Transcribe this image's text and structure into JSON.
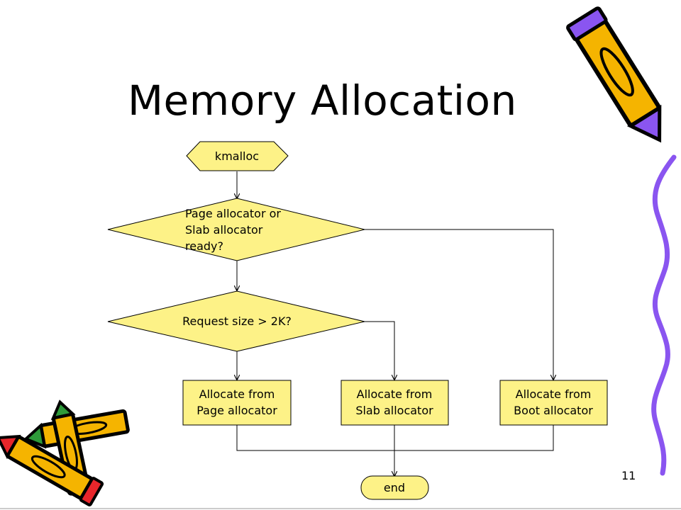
{
  "slide": {
    "title": "Memory Allocation",
    "page_number": "11"
  },
  "flowchart": {
    "start": "kmalloc",
    "decision1": [
      "Page allocator or",
      "Slab allocator",
      "ready?"
    ],
    "decision2": "Request size > 2K?",
    "box_page": [
      "Allocate from",
      "Page allocator"
    ],
    "box_slab": [
      "Allocate from",
      "Slab allocator"
    ],
    "box_boot": [
      "Allocate from",
      "Boot allocator"
    ],
    "end": "end"
  },
  "colors": {
    "shape_fill": "#fdf287",
    "line": "#000000",
    "pencil_yellow": "#f5b400",
    "pencil_purple": "#8a55f0",
    "pencil_red": "#e8262b",
    "pencil_green": "#2e9a3a"
  }
}
